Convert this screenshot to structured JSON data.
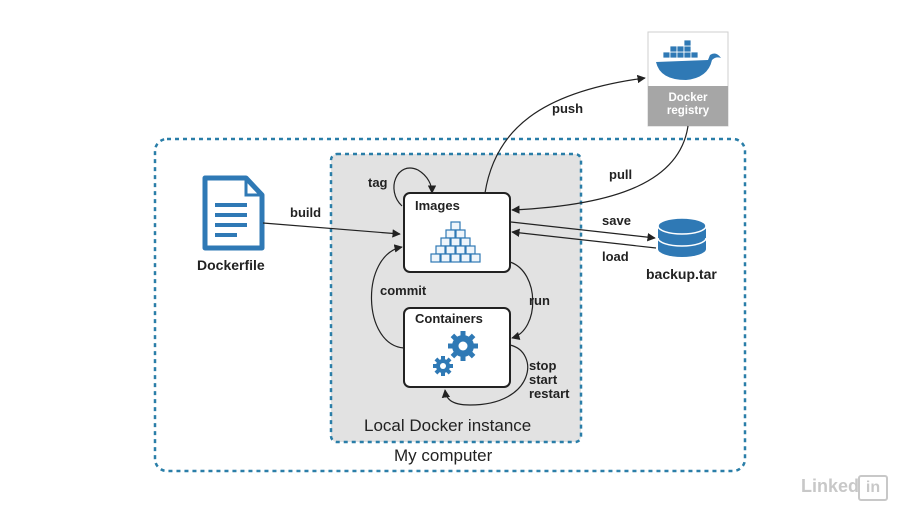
{
  "containers": {
    "my_computer": "My computer",
    "local_docker": "Local Docker instance"
  },
  "nodes": {
    "dockerfile": "Dockerfile",
    "images": "Images",
    "containers": "Containers",
    "backup": "backup.tar",
    "registry_line1": "Docker",
    "registry_line2": "registry"
  },
  "edges": {
    "build": "build",
    "tag": "tag",
    "push": "push",
    "pull": "pull",
    "save": "save",
    "load": "load",
    "commit": "commit",
    "run": "run",
    "stop": "stop",
    "start": "start",
    "restart": "restart"
  },
  "watermark": {
    "brand": "Linked",
    "box": "in"
  },
  "colors": {
    "accent_blue": "#2f79b5",
    "dashed_border": "#2a7ea8",
    "inner_fill": "#e2e2e2",
    "registry_gray": "#a6a6a6"
  }
}
